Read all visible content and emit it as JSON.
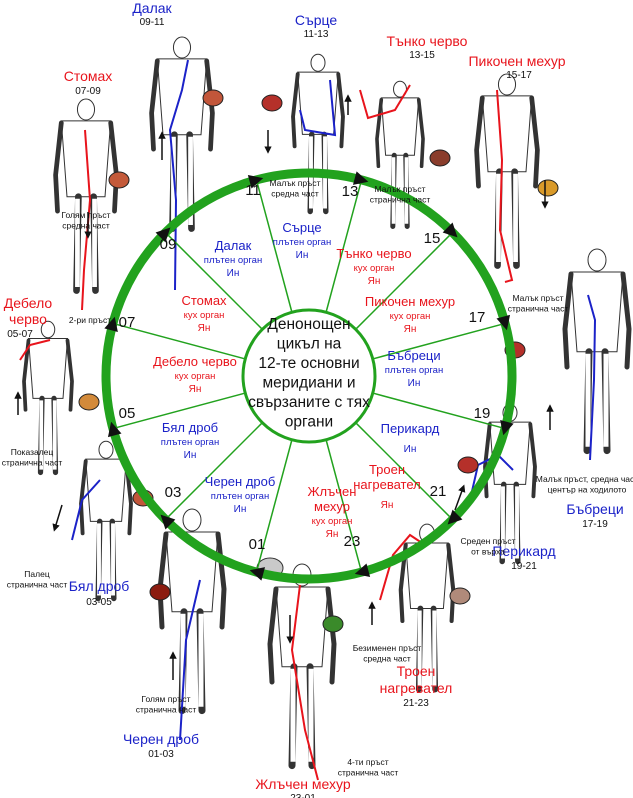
{
  "center": {
    "lines": [
      "Денонощен",
      "цикъл на",
      "12-те основни",
      "меридиани и",
      "свързаните с тях",
      "органи"
    ]
  },
  "colors": {
    "yin": "#1b22c8",
    "yang": "#e8141c",
    "ring": "#22a21e",
    "text": "#111111"
  },
  "clock_hours": [
    "11",
    "13",
    "15",
    "17",
    "19",
    "21",
    "23",
    "01",
    "03",
    "05",
    "07",
    "09"
  ],
  "sectors": [
    {
      "name": "Сърце",
      "type": "плътен орган",
      "polarity": "Ин",
      "group": "yin"
    },
    {
      "name": "Тънко черво",
      "type": "кух орган",
      "polarity": "Ян",
      "group": "yang"
    },
    {
      "name": "Пикочен мехур",
      "type": "кух орган",
      "polarity": "Ян",
      "group": "yang"
    },
    {
      "name": "Бъбреци",
      "type": "плътен орган",
      "polarity": "Ин",
      "group": "yin"
    },
    {
      "name": "Перикард",
      "type": "",
      "polarity": "Ин",
      "group": "yin"
    },
    {
      "name": "Троен нагревател",
      "type": "",
      "polarity": "Ян",
      "group": "yang"
    },
    {
      "name": "Жлъчен мехур",
      "type": "кух орган",
      "polarity": "Ян",
      "group": "yang"
    },
    {
      "name": "Черен дроб",
      "type": "плътен орган",
      "polarity": "Ин",
      "group": "yin"
    },
    {
      "name": "Бял дроб",
      "type": "плътен орган",
      "polarity": "Ин",
      "group": "yin"
    },
    {
      "name": "Дебело черво",
      "type": "кух орган",
      "polarity": "Ян",
      "group": "yang"
    },
    {
      "name": "Стомах",
      "type": "кух орган",
      "polarity": "Ян",
      "group": "yang"
    },
    {
      "name": "Далак",
      "type": "плътен орган",
      "polarity": "Ин",
      "group": "yin"
    }
  ],
  "figures": [
    {
      "id": "spleen",
      "title": "Далак",
      "hours": "09-11",
      "group": "yin",
      "note": [
        "Голям пръст",
        "средна част"
      ],
      "icon": "pancreas-icon"
    },
    {
      "id": "heart",
      "title": "Сърце",
      "hours": "11-13",
      "group": "yin",
      "note": [
        "Малък пръст",
        "средна част"
      ],
      "icon": "heart-icon"
    },
    {
      "id": "small-intestine",
      "title": "Тънко черво",
      "hours": "13-15",
      "group": "yang",
      "note": [
        "Малък пръст",
        "странична част"
      ],
      "icon": "intestine-icon"
    },
    {
      "id": "bladder",
      "title": "Пикочен мехур",
      "hours": "15-17",
      "group": "yang",
      "note": [
        "Малък пръст",
        "странична част"
      ],
      "icon": "bladder-icon"
    },
    {
      "id": "kidneys",
      "title": "Бъбреци",
      "hours": "17-19",
      "group": "yin",
      "note": [
        "Малък пръст, средна част",
        "център на ходилото"
      ],
      "icon": "kidney-icon"
    },
    {
      "id": "pericardium",
      "title": "Перикард",
      "hours": "19-21",
      "group": "yin",
      "note": [
        "Среден пръст",
        "от върха"
      ],
      "icon": "heart-icon"
    },
    {
      "id": "triple-heater",
      "title": "Троен нагревател",
      "hours": "21-23",
      "group": "yang",
      "note": [
        "Безименен пръст",
        "средна част"
      ],
      "icon": "organ-icon"
    },
    {
      "id": "gallbladder",
      "title": "Жлъчен мехур",
      "hours": "23-01",
      "group": "yang",
      "note": [
        "4-ти пръст",
        "странична част"
      ],
      "icon": "gallbladder-icon"
    },
    {
      "id": "liver",
      "title": "Черен дроб",
      "hours": "01-03",
      "group": "yin",
      "note": [
        "Голям пръст",
        "странична част"
      ],
      "icon": "liver-icon"
    },
    {
      "id": "lung",
      "title": "Бял дроб",
      "hours": "03-05",
      "group": "yin",
      "note": [
        "Палец",
        "странична част"
      ],
      "icon": "lungs-icon"
    },
    {
      "id": "large-intestine",
      "title": "Дебело черво",
      "hours": "05-07",
      "group": "yang",
      "note": [
        "Показалец",
        "странична част"
      ],
      "icon": "colon-icon"
    },
    {
      "id": "stomach",
      "title": "Стомах",
      "hours": "07-09",
      "group": "yang",
      "note": [
        "2-ри пръст"
      ],
      "icon": "stomach-icon"
    }
  ],
  "extra_icons": [
    "brain-icon"
  ]
}
